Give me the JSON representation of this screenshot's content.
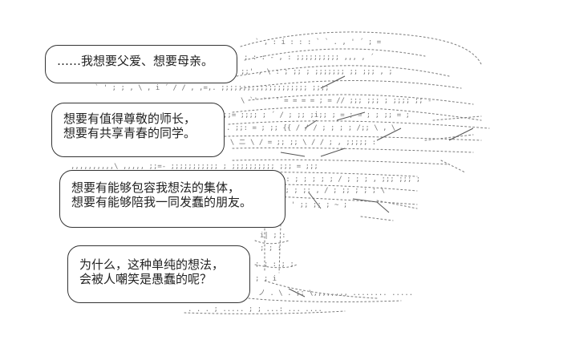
{
  "bubbles": [
    {
      "lines": [
        "……我想要父爱、想要母亲。"
      ]
    },
    {
      "lines": [
        "想要有值得尊敬的师长，",
        "想要有共享青春的同学。"
      ]
    },
    {
      "lines": [
        "想要有能够包容我想法的集体，",
        "想要有能够陪我一同发蠢的朋友。"
      ]
    },
    {
      "lines": [
        "为什么，这种单纯的想法，",
        "会被人嘲笑是愚蠢的呢？"
      ]
    }
  ]
}
